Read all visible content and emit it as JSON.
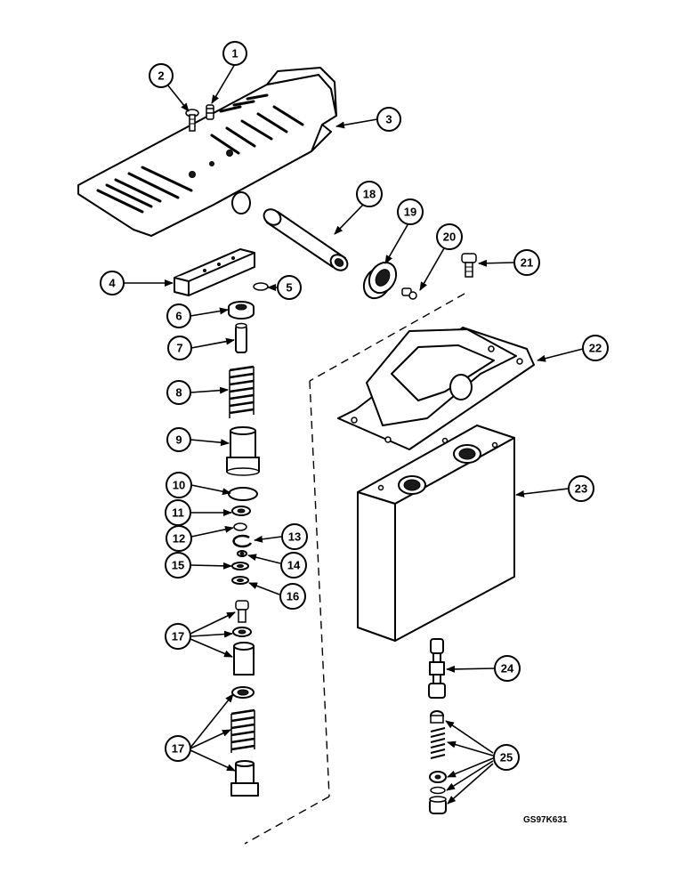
{
  "diagram": {
    "reference_code": "GS97K631",
    "callouts": [
      "1",
      "2",
      "3",
      "4",
      "5",
      "6",
      "7",
      "8",
      "9",
      "10",
      "11",
      "12",
      "13",
      "14",
      "15",
      "16",
      "17",
      "17",
      "18",
      "19",
      "20",
      "21",
      "22",
      "23",
      "24",
      "25"
    ]
  }
}
